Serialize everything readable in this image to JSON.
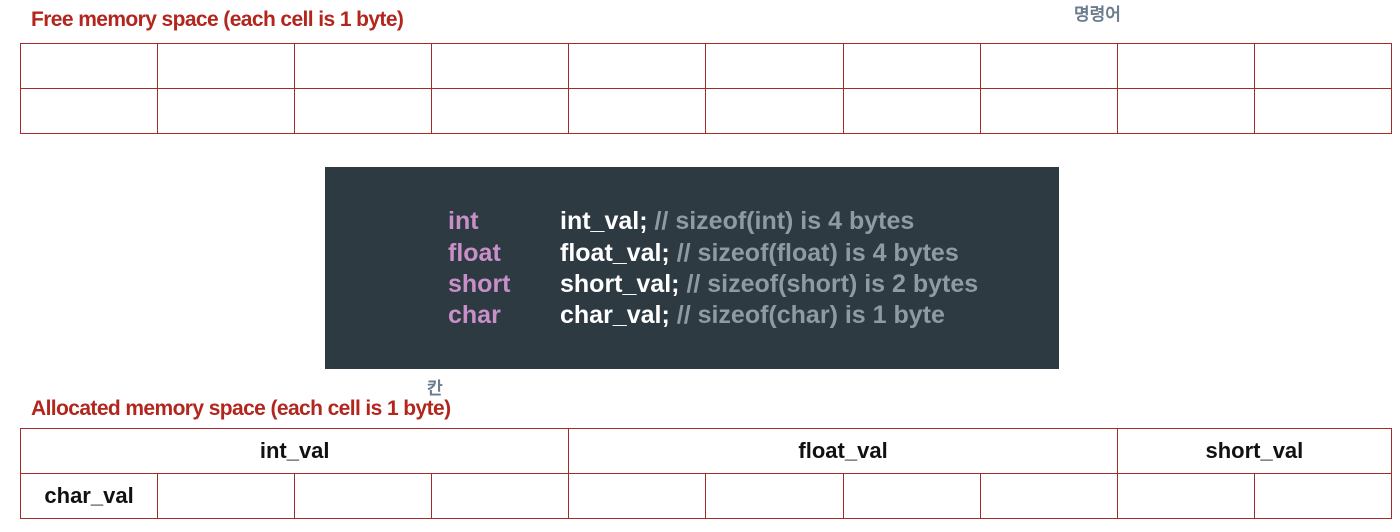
{
  "free_memory": {
    "title": "Free memory space (each cell is 1 byte)",
    "rows": 2,
    "columns": 10
  },
  "header_label": "명령어",
  "code_panel": {
    "lines": [
      {
        "type": "int",
        "name": "int_val;",
        "comment": "// sizeof(int) is 4 bytes"
      },
      {
        "type": "float",
        "name": "float_val;",
        "comment": "// sizeof(float) is 4 bytes"
      },
      {
        "type": "short",
        "name": "short_val;",
        "comment": "// sizeof(short) is 2 bytes"
      },
      {
        "type": "char",
        "name": "char_val;",
        "comment": "// sizeof(char) is 1 byte"
      }
    ],
    "colors": {
      "background": "#2d3a42",
      "type": "#c98fc9",
      "name": "#ffffff",
      "comment": "#8f9aa3"
    }
  },
  "small_label": "칸",
  "allocated_memory": {
    "title": "Allocated memory space (each cell is 1 byte)",
    "row1": [
      {
        "label": "int_val",
        "span": 4
      },
      {
        "label": "float_val",
        "span": 4
      },
      {
        "label": "short_val",
        "span": 2
      }
    ],
    "row2": [
      {
        "label": "char_val",
        "span": 1
      },
      {
        "label": "",
        "span": 1
      },
      {
        "label": "",
        "span": 1
      },
      {
        "label": "",
        "span": 1
      },
      {
        "label": "",
        "span": 1
      },
      {
        "label": "",
        "span": 1
      },
      {
        "label": "",
        "span": 1
      },
      {
        "label": "",
        "span": 1
      },
      {
        "label": "",
        "span": 1
      },
      {
        "label": "",
        "span": 1
      }
    ]
  },
  "colors": {
    "title": "#b3261e",
    "grid_border": "#a52a2a"
  }
}
